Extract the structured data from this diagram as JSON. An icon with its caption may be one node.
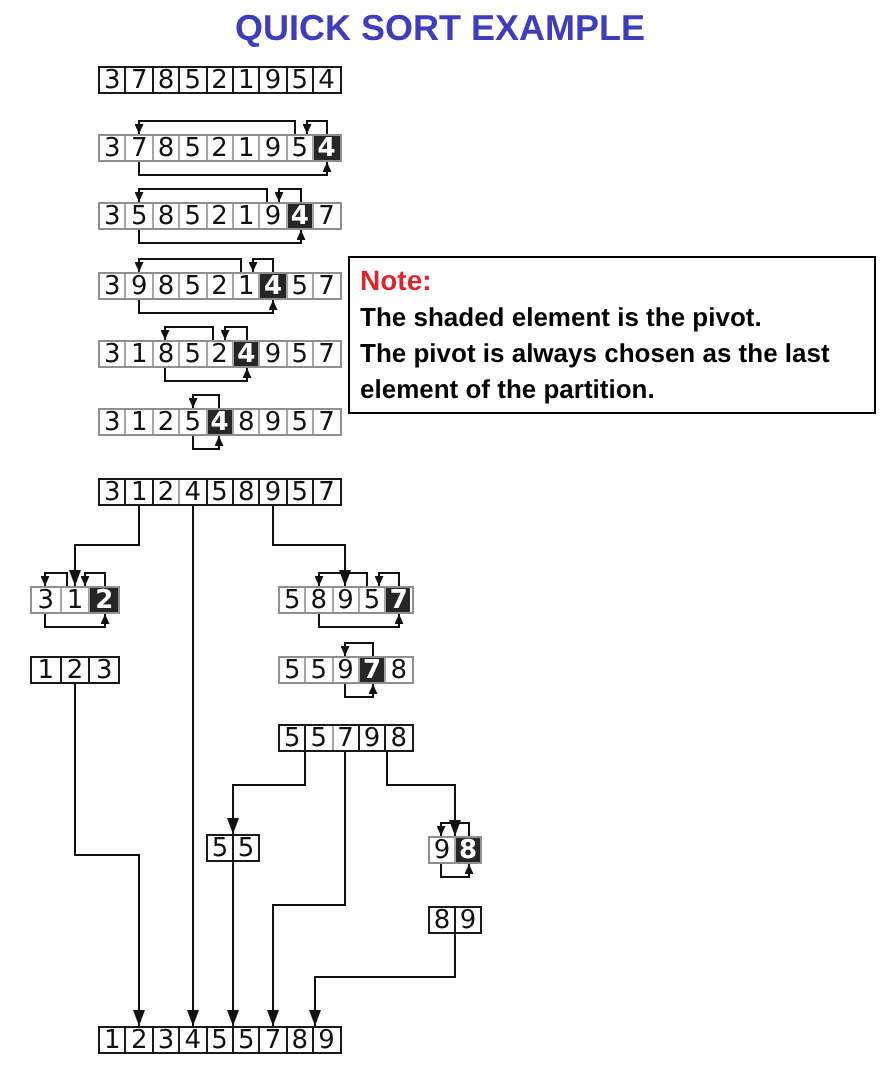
{
  "diagram": {
    "title": "QUICK SORT EXAMPLE",
    "nodes": [
      {
        "text": [],
        "shape": "box"
      },
      {
        "text": [
          "3"
        ],
        "in": 0
      },
      {
        "text": [
          "7"
        ],
        "in": 0
      },
      {
        "text": [
          "8"
        ],
        "in": 0
      },
      {
        "text": [
          "5"
        ],
        "in": 0
      },
      {
        "text": [
          "2"
        ],
        "in": 0
      },
      {
        "text": [
          "1"
        ],
        "in": 0
      },
      {
        "text": [
          "9"
        ],
        "in": 0
      },
      {
        "text": [
          "5"
        ],
        "in": 0
      },
      {
        "text": [
          "4"
        ],
        "in": 0
      },
      {
        "text": [],
        "shape": "box"
      },
      {
        "text": [
          "3"
        ],
        "in": 10
      },
      {
        "text": [
          "7"
        ],
        "in": 10
      },
      {
        "text": [
          "8"
        ],
        "in": 10
      },
      {
        "text": [
          "5"
        ],
        "in": 10
      },
      {
        "text": [
          "2"
        ],
        "in": 10
      },
      {
        "text": [
          "1"
        ],
        "in": 10
      },
      {
        "text": [
          "9"
        ],
        "in": 10
      },
      {
        "text": [
          "5"
        ],
        "in": 10
      },
      {
        "text": [
          "4"
        ],
        "in": 10
      },
      {
        "text": [],
        "shape": "box"
      },
      {
        "text": [
          "3"
        ],
        "in": 20
      },
      {
        "text": [
          "5"
        ],
        "in": 20
      },
      {
        "text": [
          "8"
        ],
        "in": 20
      },
      {
        "text": [
          "5"
        ],
        "in": 20
      },
      {
        "text": [
          "2"
        ],
        "in": 20
      },
      {
        "text": [
          "1"
        ],
        "in": 20
      },
      {
        "text": [
          "9"
        ],
        "in": 20
      },
      {
        "text": [
          "4"
        ],
        "in": 20
      },
      {
        "text": [
          "7"
        ],
        "in": 20
      },
      {
        "text": [],
        "shape": "box"
      },
      {
        "text": [
          "3"
        ],
        "in": 30
      },
      {
        "text": [
          "9"
        ],
        "in": 30
      },
      {
        "text": [
          "8"
        ],
        "in": 30
      },
      {
        "text": [
          "5"
        ],
        "in": 30
      },
      {
        "text": [
          "2"
        ],
        "in": 30
      },
      {
        "text": [
          "1"
        ],
        "in": 30
      },
      {
        "text": [
          "4"
        ],
        "in": 30
      },
      {
        "text": [
          "5"
        ],
        "in": 30
      },
      {
        "text": [
          "7"
        ],
        "in": 30
      },
      {
        "text": [],
        "shape": "box"
      },
      {
        "text": [
          "3"
        ],
        "in": 40
      },
      {
        "text": [
          "1"
        ],
        "in": 40
      },
      {
        "text": [
          "8"
        ],
        "in": 40
      },
      {
        "text": [
          "5"
        ],
        "in": 40
      },
      {
        "text": [
          "2"
        ],
        "in": 40
      },
      {
        "text": [
          "4"
        ],
        "in": 40
      },
      {
        "text": [
          "9"
        ],
        "in": 40
      },
      {
        "text": [
          "5"
        ],
        "in": 40
      },
      {
        "text": [
          "7"
        ],
        "in": 40
      },
      {
        "text": [],
        "shape": "box"
      },
      {
        "text": [
          "3"
        ],
        "in": 50
      },
      {
        "text": [
          "1"
        ],
        "in": 50
      },
      {
        "text": [
          "2"
        ],
        "in": 50
      },
      {
        "text": [
          "5"
        ],
        "in": 50
      },
      {
        "text": [
          "4"
        ],
        "in": 50
      },
      {
        "text": [
          "8"
        ],
        "in": 50
      },
      {
        "text": [
          "9"
        ],
        "in": 50
      },
      {
        "text": [
          "5"
        ],
        "in": 50
      },
      {
        "text": [
          "7"
        ],
        "in": 50
      },
      {
        "text": [],
        "shape": "box"
      },
      {
        "text": [
          "3"
        ],
        "in": 60
      },
      {
        "text": [
          "1"
        ],
        "in": 60
      },
      {
        "text": [
          "2"
        ],
        "in": 60
      },
      {
        "text": [
          "4"
        ],
        "in": 60
      },
      {
        "text": [
          "5"
        ],
        "in": 60
      },
      {
        "text": [
          "8"
        ],
        "in": 60
      },
      {
        "text": [
          "9"
        ],
        "in": 60
      },
      {
        "text": [
          "5"
        ],
        "in": 60
      },
      {
        "text": [
          "7"
        ],
        "in": 60
      },
      {
        "text": [],
        "shape": "box"
      },
      {
        "text": [
          "3"
        ],
        "in": 70
      },
      {
        "text": [
          "1"
        ],
        "in": 70
      },
      {
        "text": [
          "2"
        ],
        "in": 70
      },
      {
        "text": [],
        "shape": "box"
      },
      {
        "text": [
          "5"
        ],
        "in": 74
      },
      {
        "text": [
          "8"
        ],
        "in": 74
      },
      {
        "text": [
          "9"
        ],
        "in": 74
      },
      {
        "text": [
          "5"
        ],
        "in": 74
      },
      {
        "text": [
          "7"
        ],
        "in": 74
      },
      {
        "text": [],
        "shape": "box"
      },
      {
        "text": [
          "1"
        ],
        "in": 80
      },
      {
        "text": [
          "2"
        ],
        "in": 80
      },
      {
        "text": [
          "3"
        ],
        "in": 80
      },
      {
        "text": [],
        "shape": "box"
      },
      {
        "text": [
          "5"
        ],
        "in": 84
      },
      {
        "text": [
          "5"
        ],
        "in": 84
      },
      {
        "text": [
          "9"
        ],
        "in": 84
      },
      {
        "text": [
          "7"
        ],
        "in": 84
      },
      {
        "text": [
          "8"
        ],
        "in": 84
      },
      {
        "text": [],
        "shape": "box"
      },
      {
        "text": [
          "5"
        ],
        "in": 90
      },
      {
        "text": [
          "5"
        ],
        "in": 90
      },
      {
        "text": [
          "7"
        ],
        "in": 90
      },
      {
        "text": [
          "9"
        ],
        "in": 90
      },
      {
        "text": [
          "8"
        ],
        "in": 90
      },
      {
        "text": [],
        "shape": "box"
      },
      {
        "text": [
          "5"
        ],
        "in": 96
      },
      {
        "text": [
          "5"
        ],
        "in": 96
      },
      {
        "text": [],
        "shape": "box"
      },
      {
        "text": [
          "9"
        ],
        "in": 99
      },
      {
        "text": [
          "8"
        ],
        "in": 99
      },
      {
        "text": [],
        "shape": "box"
      },
      {
        "text": [
          "8"
        ],
        "in": 102
      },
      {
        "text": [
          "9"
        ],
        "in": 102
      },
      {
        "text": [],
        "shape": "box"
      },
      {
        "text": [
          "1"
        ],
        "in": 105
      },
      {
        "text": [
          "2"
        ],
        "in": 105
      },
      {
        "text": [
          "3"
        ],
        "in": 105
      },
      {
        "text": [
          "4"
        ],
        "in": 105
      },
      {
        "text": [
          "5"
        ],
        "in": 105
      },
      {
        "text": [
          "5"
        ],
        "in": 105
      },
      {
        "text": [
          "7"
        ],
        "in": 105
      },
      {
        "text": [
          "8"
        ],
        "in": 105
      },
      {
        "text": [
          "9"
        ],
        "in": 105
      },
      {
        "text": [
          "Note:",
          "The shaded element is the pivot.",
          "The pivot is always chosen as the last element of the partition."
        ]
      }
    ],
    "edges": [
      {
        "from": 18,
        "to": 12,
        "arrow": "to"
      },
      {
        "from": 19,
        "to": 18,
        "arrow": "to"
      },
      {
        "from": 12,
        "to": 19,
        "arrow": "to"
      },
      {
        "from": 27,
        "to": 22,
        "arrow": "to"
      },
      {
        "from": 28,
        "to": 27,
        "arrow": "to"
      },
      {
        "from": 22,
        "to": 28,
        "arrow": "to"
      },
      {
        "from": 36,
        "to": 32,
        "arrow": "to"
      },
      {
        "from": 37,
        "to": 36,
        "arrow": "to"
      },
      {
        "from": 32,
        "to": 37,
        "arrow": "to"
      },
      {
        "from": 45,
        "to": 43,
        "arrow": "to"
      },
      {
        "from": 46,
        "to": 45,
        "arrow": "to"
      },
      {
        "from": 43,
        "to": 46,
        "arrow": "to"
      },
      {
        "from": 55,
        "to": 54,
        "arrow": "to"
      },
      {
        "from": 54,
        "to": 55,
        "arrow": "to"
      },
      {
        "from": 60,
        "to": 70,
        "arrow": "to"
      },
      {
        "from": 60,
        "to": 74,
        "arrow": "to"
      },
      {
        "from": 60,
        "to": 105,
        "arrow": "to"
      },
      {
        "from": 72,
        "to": 71,
        "arrow": "to"
      },
      {
        "from": 73,
        "to": 72,
        "arrow": "to"
      },
      {
        "from": 71,
        "to": 73,
        "arrow": "to"
      },
      {
        "from": 78,
        "to": 76,
        "arrow": "to"
      },
      {
        "from": 79,
        "to": 78,
        "arrow": "to"
      },
      {
        "from": 76,
        "to": 79,
        "arrow": "to"
      },
      {
        "from": 88,
        "to": 87,
        "arrow": "to"
      },
      {
        "from": 87,
        "to": 88,
        "arrow": "to"
      },
      {
        "from": 80,
        "to": 105,
        "arrow": "to"
      },
      {
        "from": 90,
        "to": 96,
        "arrow": "to"
      },
      {
        "from": 90,
        "to": 105,
        "arrow": "to"
      },
      {
        "from": 90,
        "to": 99,
        "arrow": "to"
      },
      {
        "from": 101,
        "to": 100,
        "arrow": "to"
      },
      {
        "from": 100,
        "to": 101,
        "arrow": "to"
      },
      {
        "from": 96,
        "to": 105,
        "arrow": "to"
      },
      {
        "from": 102,
        "to": 105,
        "arrow": "to"
      }
    ]
  }
}
